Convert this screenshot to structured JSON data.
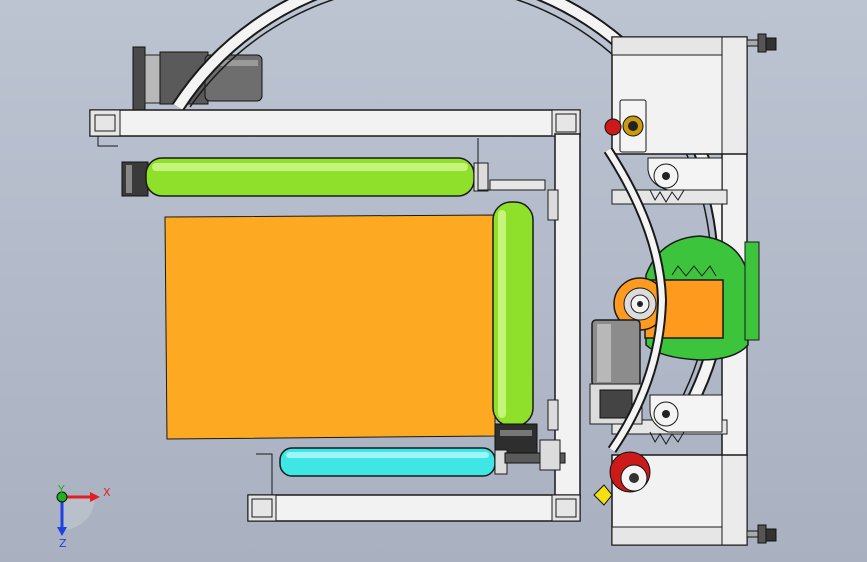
{
  "viewport": {
    "background_top": "#bcc4d2",
    "background_bottom": "#a9b1c1"
  },
  "colors": {
    "frame": "#f2f2f2",
    "outline": "#1a1a1a",
    "product_box": "#fdaa22",
    "roller_green": "#8fe02a",
    "roller_cyan": "#3ee6e6",
    "ring": "#f4f4f4",
    "gear_green": "#3cc43c",
    "bracket_orange": "#fe9a1e",
    "motor": "#8c8c8c",
    "red_wheel": "#cc1a1a",
    "yellow_marker": "#f2e010"
  },
  "triad": {
    "x_label": "X",
    "y_label": "Y",
    "z_label": "Z",
    "x_color": "#e02020",
    "y_color": "#20b020",
    "z_color": "#2040e0"
  }
}
